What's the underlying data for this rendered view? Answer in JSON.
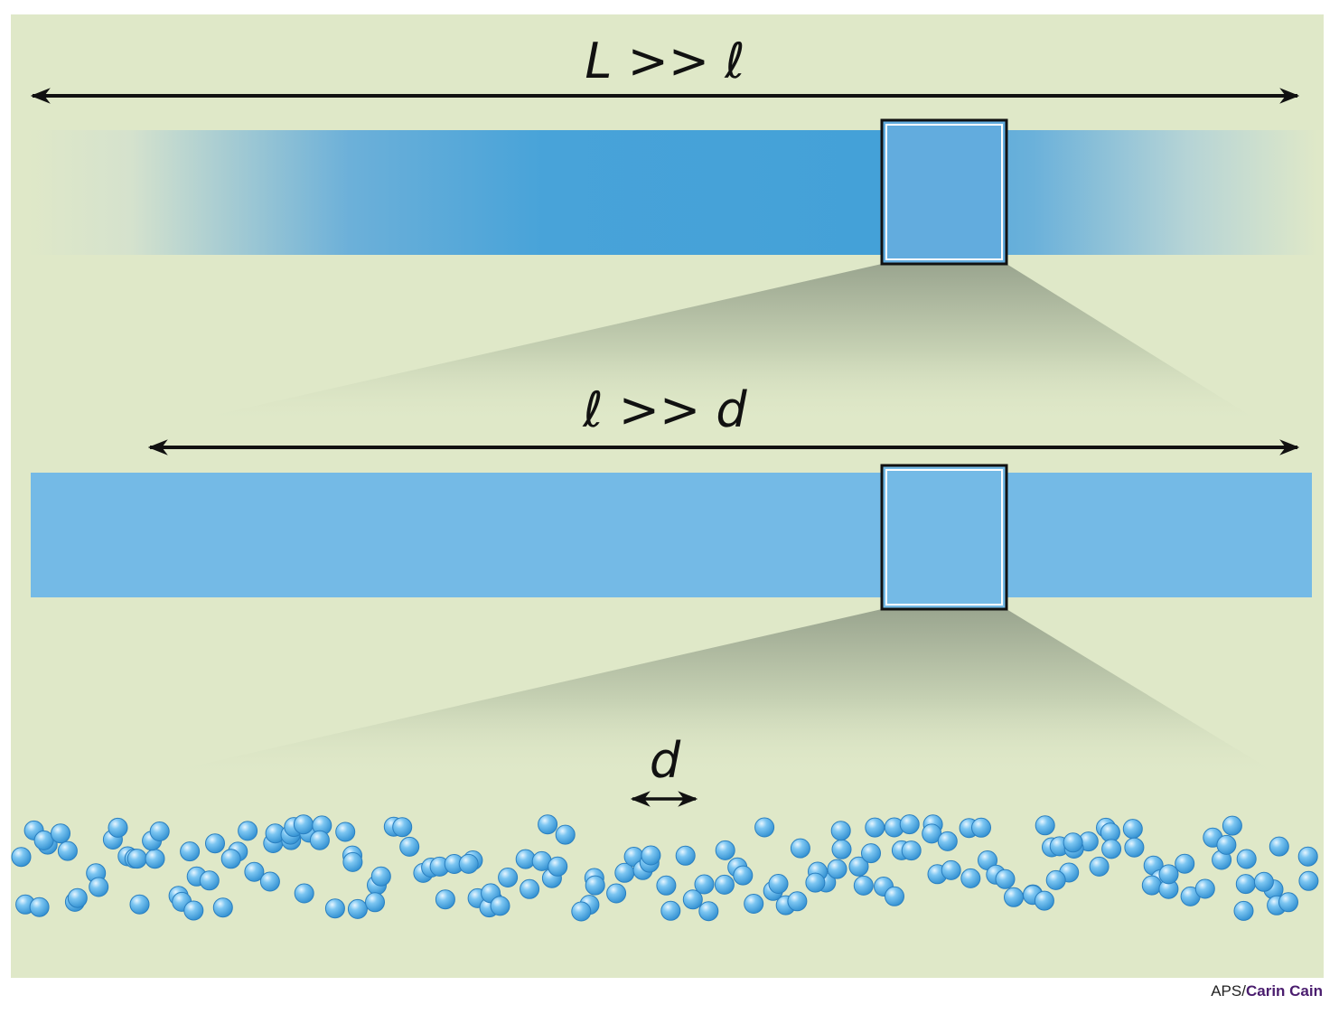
{
  "labels": {
    "top": "L >> ℓ",
    "middle": "ℓ >> d",
    "bottom": "d"
  },
  "credit": {
    "prefix": "APS/",
    "author": "Carin Cain"
  },
  "colors": {
    "background": "#dfe8c8",
    "band_dark": "#42a1d8",
    "band_light": "#74bae6",
    "particle": "#5cb4ea",
    "frame": "#111111"
  }
}
